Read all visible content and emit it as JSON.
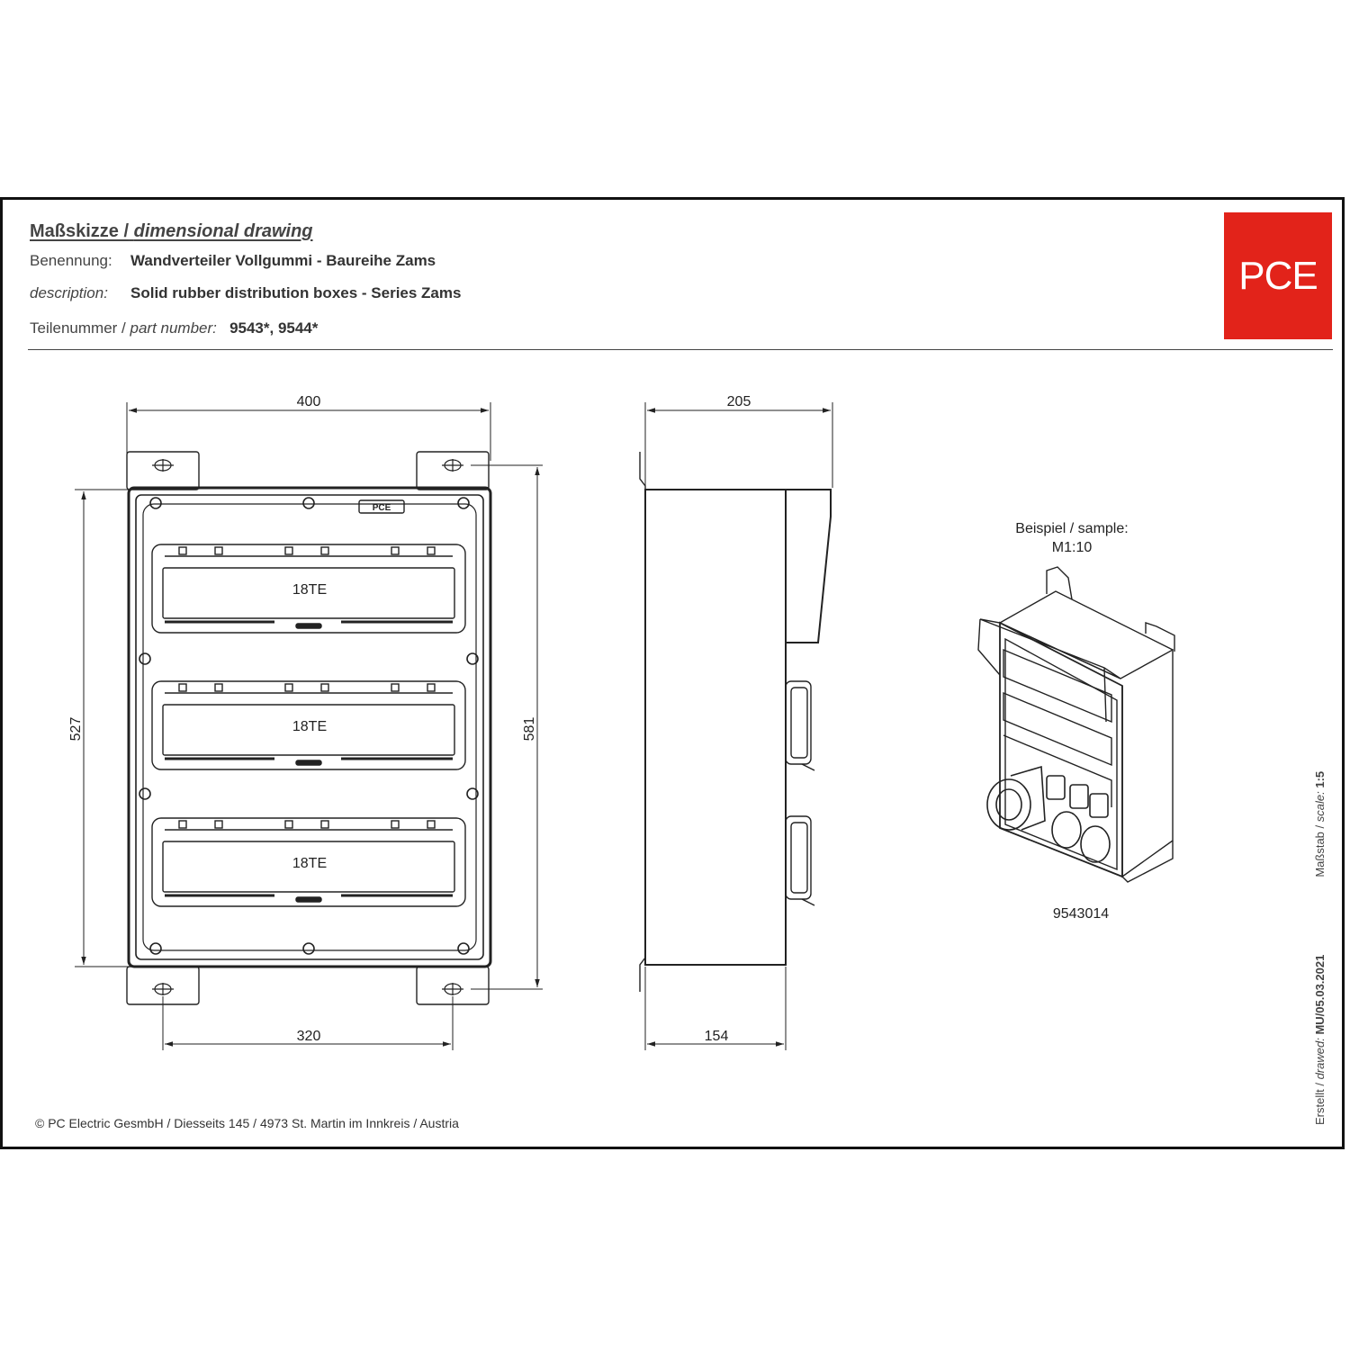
{
  "header": {
    "title_de": "Maßskizze /",
    "title_en": "dimensional drawing",
    "naming_label": "Benennung:",
    "naming_value": "Wandverteiler Vollgummi - Baureihe Zams",
    "description_label": "description:",
    "description_value": "Solid rubber distribution boxes - Series Zams",
    "part_label_de": "Teilenummer /",
    "part_label_en": "part number:",
    "part_value": "9543*, 9544*"
  },
  "logo": {
    "text": "PCE",
    "color": "#e2231a"
  },
  "front_view": {
    "width_top": "400",
    "width_bottom": "320",
    "height_left": "527",
    "height_right": "581",
    "module_labels": [
      "18TE",
      "18TE",
      "18TE"
    ],
    "badge": "PCE"
  },
  "side_view": {
    "depth_top": "205",
    "depth_bottom": "154"
  },
  "sample": {
    "caption_line1": "Beispiel / sample:",
    "caption_line2": "M1:10",
    "part_number": "9543014"
  },
  "footer": {
    "copyright": "© PC Electric GesmbH / Diesseits 145 / 4973 St. Martin im Innkreis / Austria"
  },
  "side_note": {
    "prefix": "Erstellt / ",
    "prefix_it": "drawed:",
    "drawn": " MU/05.03.2021",
    "scale_label": "Maßstab / ",
    "scale_label_it": "scale:",
    "scale": " 1:5"
  }
}
